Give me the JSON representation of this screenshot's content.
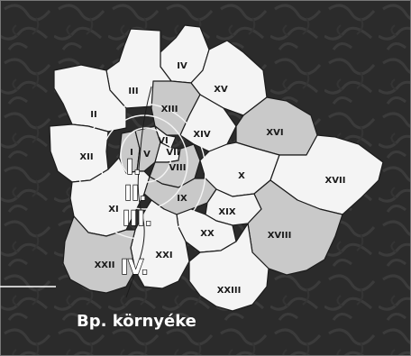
{
  "colors": {
    "background": "#2b2b2b",
    "texture": "#3a3a3a",
    "district_light": "#f4f4f4",
    "district_shaded": "#c9c9c9",
    "border": "#1c1c1c"
  },
  "caption": "Bp. környéke",
  "zones": [
    {
      "key": "zone-1",
      "label": "I."
    },
    {
      "key": "zone-2",
      "label": "II."
    },
    {
      "key": "zone-3",
      "label": "III."
    },
    {
      "key": "zone-4",
      "label": "IV."
    }
  ],
  "districts": [
    {
      "key": "i",
      "label": "I",
      "shaded": true
    },
    {
      "key": "ii",
      "label": "II",
      "shaded": false
    },
    {
      "key": "iii",
      "label": "III",
      "shaded": false
    },
    {
      "key": "iv",
      "label": "IV",
      "shaded": false
    },
    {
      "key": "v",
      "label": "V",
      "shaded": true
    },
    {
      "key": "vi",
      "label": "VI",
      "shaded": false
    },
    {
      "key": "vii",
      "label": "VII",
      "shaded": false
    },
    {
      "key": "viii",
      "label": "VIII",
      "shaded": true
    },
    {
      "key": "ix",
      "label": "IX",
      "shaded": true
    },
    {
      "key": "x",
      "label": "X",
      "shaded": false
    },
    {
      "key": "xi",
      "label": "XI",
      "shaded": false
    },
    {
      "key": "xii",
      "label": "XII",
      "shaded": false
    },
    {
      "key": "xiii",
      "label": "XIII",
      "shaded": true
    },
    {
      "key": "xiv",
      "label": "XIV",
      "shaded": false
    },
    {
      "key": "xv",
      "label": "XV",
      "shaded": false
    },
    {
      "key": "xvi",
      "label": "XVI",
      "shaded": true
    },
    {
      "key": "xvii",
      "label": "XVII",
      "shaded": false
    },
    {
      "key": "xviii",
      "label": "XVIII",
      "shaded": true
    },
    {
      "key": "xix",
      "label": "XIX",
      "shaded": false
    },
    {
      "key": "xx",
      "label": "XX",
      "shaded": false
    },
    {
      "key": "xxi",
      "label": "XXI",
      "shaded": false
    },
    {
      "key": "xxii",
      "label": "XXII",
      "shaded": true
    },
    {
      "key": "xxiii",
      "label": "XXIII",
      "shaded": false
    }
  ]
}
